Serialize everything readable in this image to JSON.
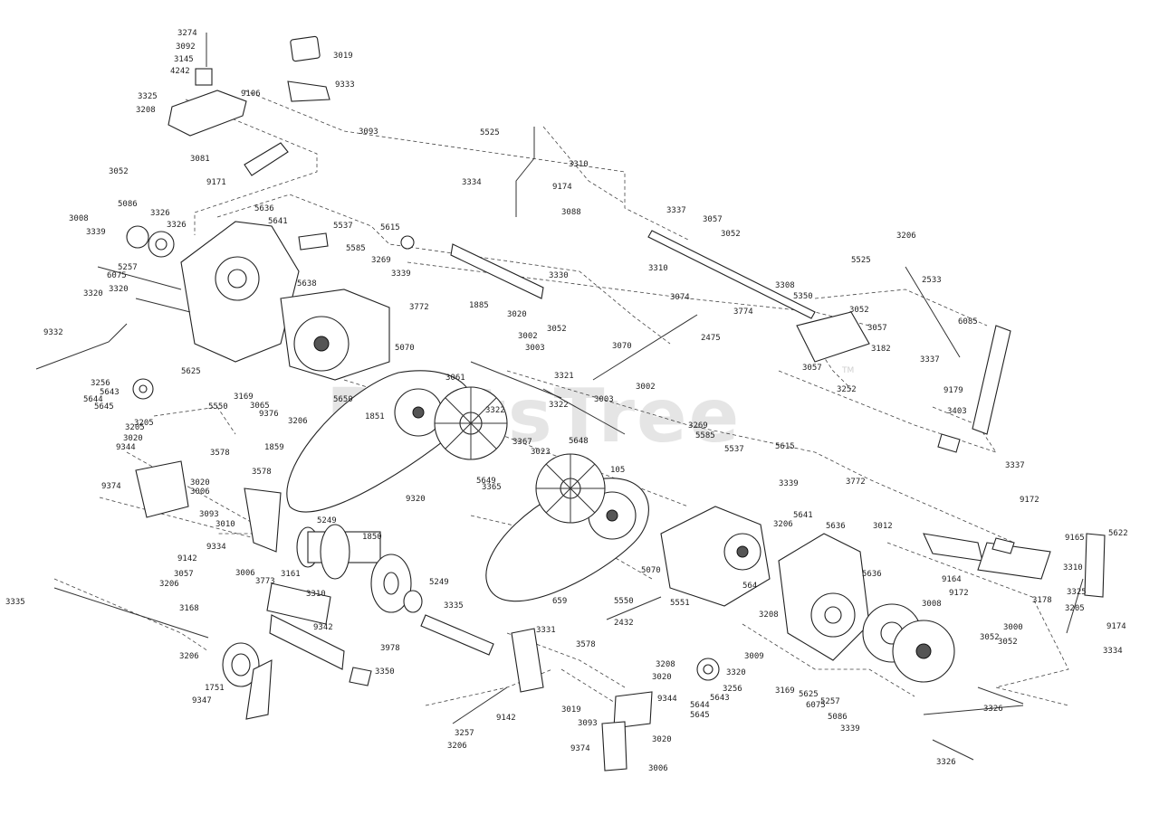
{
  "watermark": {
    "text": "PartsTree",
    "trademark": "TM"
  },
  "labels": [
    {
      "id": "a1",
      "text": "3274"
    },
    {
      "id": "a2",
      "text": "3092"
    },
    {
      "id": "a3",
      "text": "3145"
    },
    {
      "id": "a4",
      "text": "4242"
    },
    {
      "id": "a5",
      "text": "3019"
    },
    {
      "id": "a6",
      "text": "9333"
    },
    {
      "id": "a7",
      "text": "3325"
    },
    {
      "id": "a8",
      "text": "9106"
    },
    {
      "id": "a9",
      "text": "3208"
    },
    {
      "id": "a10",
      "text": "3093"
    },
    {
      "id": "a11",
      "text": "3081"
    },
    {
      "id": "a12",
      "text": "9171"
    },
    {
      "id": "a13",
      "text": "3052"
    },
    {
      "id": "a14",
      "text": "5525"
    },
    {
      "id": "a15",
      "text": "3310"
    },
    {
      "id": "a16",
      "text": "3334"
    },
    {
      "id": "a17",
      "text": "9174"
    },
    {
      "id": "a18",
      "text": "3088"
    },
    {
      "id": "a19",
      "text": "3337"
    },
    {
      "id": "a20",
      "text": "3057"
    },
    {
      "id": "a21",
      "text": "3052"
    },
    {
      "id": "a22",
      "text": "3310"
    },
    {
      "id": "a23",
      "text": "3206"
    },
    {
      "id": "a24",
      "text": "5525"
    },
    {
      "id": "a25",
      "text": "2533"
    },
    {
      "id": "a26",
      "text": "3008"
    },
    {
      "id": "a27",
      "text": "5086"
    },
    {
      "id": "a28",
      "text": "3326"
    },
    {
      "id": "a29",
      "text": "5636"
    },
    {
      "id": "a30",
      "text": "3339"
    },
    {
      "id": "a31",
      "text": "5641"
    },
    {
      "id": "a32",
      "text": "5537"
    },
    {
      "id": "a33",
      "text": "5615"
    },
    {
      "id": "a34",
      "text": "5585"
    },
    {
      "id": "a35",
      "text": "3269"
    },
    {
      "id": "a36",
      "text": "5257"
    },
    {
      "id": "a37",
      "text": "6075"
    },
    {
      "id": "a38",
      "text": "5638"
    },
    {
      "id": "a39",
      "text": "3339"
    },
    {
      "id": "a40",
      "text": "3772"
    },
    {
      "id": "a41",
      "text": "3320"
    },
    {
      "id": "a42",
      "text": "3330"
    },
    {
      "id": "a43",
      "text": "3074"
    },
    {
      "id": "a44",
      "text": "3774"
    },
    {
      "id": "a45",
      "text": "3308"
    },
    {
      "id": "a46",
      "text": "5350"
    },
    {
      "id": "a47",
      "text": "6085"
    },
    {
      "id": "a48",
      "text": "3326"
    },
    {
      "id": "a49",
      "text": "1885"
    },
    {
      "id": "a50",
      "text": "3020"
    },
    {
      "id": "a51",
      "text": "3052"
    },
    {
      "id": "a52",
      "text": "3052"
    },
    {
      "id": "a53",
      "text": "3057"
    },
    {
      "id": "a54",
      "text": "3182"
    },
    {
      "id": "a55",
      "text": "9332"
    },
    {
      "id": "a56",
      "text": "5070"
    },
    {
      "id": "a57",
      "text": "3002"
    },
    {
      "id": "a58",
      "text": "3003"
    },
    {
      "id": "a59",
      "text": "2475"
    },
    {
      "id": "a60",
      "text": "3337"
    },
    {
      "id": "a61",
      "text": "9179"
    },
    {
      "id": "a62",
      "text": "5625"
    },
    {
      "id": "a63",
      "text": "3057"
    },
    {
      "id": "a64",
      "text": "3252"
    },
    {
      "id": "a65",
      "text": "3256"
    },
    {
      "id": "a66",
      "text": "5643"
    },
    {
      "id": "a67",
      "text": "5644"
    },
    {
      "id": "a68",
      "text": "5645"
    },
    {
      "id": "a69",
      "text": "3061"
    },
    {
      "id": "a70",
      "text": "3321"
    },
    {
      "id": "a71",
      "text": "3322"
    },
    {
      "id": "a72",
      "text": "5650"
    },
    {
      "id": "a73",
      "text": "3003"
    },
    {
      "id": "a74",
      "text": "3002"
    },
    {
      "id": "a75",
      "text": "3322"
    },
    {
      "id": "a76",
      "text": "3269"
    },
    {
      "id": "a77",
      "text": "5585"
    },
    {
      "id": "a78",
      "text": "3403"
    },
    {
      "id": "a79",
      "text": "3205"
    },
    {
      "id": "a80",
      "text": "3020"
    },
    {
      "id": "a81",
      "text": "9344"
    },
    {
      "id": "a82",
      "text": "3578"
    },
    {
      "id": "a83",
      "text": "1851"
    },
    {
      "id": "a84",
      "text": "3367"
    },
    {
      "id": "a85",
      "text": "3023"
    },
    {
      "id": "a86",
      "text": "5648"
    },
    {
      "id": "a87",
      "text": "5537"
    },
    {
      "id": "a88",
      "text": "5615"
    },
    {
      "id": "a89",
      "text": "3337"
    },
    {
      "id": "a90",
      "text": "1859"
    },
    {
      "id": "a91",
      "text": "3339"
    },
    {
      "id": "a92",
      "text": "3772"
    },
    {
      "id": "a93",
      "text": "9374"
    },
    {
      "id": "a94",
      "text": "3020"
    },
    {
      "id": "a95",
      "text": "3006"
    },
    {
      "id": "a96",
      "text": "3578"
    },
    {
      "id": "a97",
      "text": "5649"
    },
    {
      "id": "a98",
      "text": "105"
    },
    {
      "id": "a99",
      "text": "3365"
    },
    {
      "id": "a100",
      "text": "9320"
    },
    {
      "id": "a101",
      "text": "3206"
    },
    {
      "id": "a102",
      "text": "5641"
    },
    {
      "id": "a103",
      "text": "5636"
    },
    {
      "id": "a104",
      "text": "9172"
    },
    {
      "id": "a105",
      "text": "3093"
    },
    {
      "id": "a106",
      "text": "3010"
    },
    {
      "id": "a107",
      "text": "5249"
    },
    {
      "id": "a108",
      "text": "3012"
    },
    {
      "id": "a109",
      "text": "9165"
    },
    {
      "id": "a110",
      "text": "5622"
    },
    {
      "id": "a111",
      "text": "9334"
    },
    {
      "id": "a112",
      "text": "1850"
    },
    {
      "id": "a113",
      "text": "9142"
    },
    {
      "id": "a114",
      "text": "3057"
    },
    {
      "id": "a115",
      "text": "3206"
    },
    {
      "id": "a116",
      "text": "3006"
    },
    {
      "id": "a117",
      "text": "3773"
    },
    {
      "id": "a118",
      "text": "3161"
    },
    {
      "id": "a119",
      "text": "5070"
    },
    {
      "id": "a120",
      "text": "5249"
    },
    {
      "id": "a121",
      "text": "3335"
    },
    {
      "id": "a122",
      "text": "3168"
    },
    {
      "id": "a123",
      "text": "3310"
    },
    {
      "id": "a124",
      "text": "3335"
    },
    {
      "id": "a125",
      "text": "659"
    },
    {
      "id": "a126",
      "text": "5550"
    },
    {
      "id": "a127",
      "text": "5551"
    },
    {
      "id": "a128",
      "text": "564"
    },
    {
      "id": "a129",
      "text": "9164"
    },
    {
      "id": "a130",
      "text": "9172"
    },
    {
      "id": "a131",
      "text": "3310"
    },
    {
      "id": "a132",
      "text": "3178"
    },
    {
      "id": "a133",
      "text": "3325"
    },
    {
      "id": "a134",
      "text": "3205"
    },
    {
      "id": "a135",
      "text": "5636"
    },
    {
      "id": "a136",
      "text": "3008"
    },
    {
      "id": "a137",
      "text": "3052"
    },
    {
      "id": "a138",
      "text": "9342"
    },
    {
      "id": "a139",
      "text": "2432"
    },
    {
      "id": "a140",
      "text": "3208"
    },
    {
      "id": "a141",
      "text": "3000"
    },
    {
      "id": "a142",
      "text": "9174"
    },
    {
      "id": "a143",
      "text": "3978"
    },
    {
      "id": "a144",
      "text": "3331"
    },
    {
      "id": "a145",
      "text": "3206"
    },
    {
      "id": "a146",
      "text": "3350"
    },
    {
      "id": "a147",
      "text": "3578"
    },
    {
      "id": "a148",
      "text": "3208"
    },
    {
      "id": "a149",
      "text": "3020"
    },
    {
      "id": "a150",
      "text": "3320"
    },
    {
      "id": "a151",
      "text": "3009"
    },
    {
      "id": "a152",
      "text": "3334"
    },
    {
      "id": "a153",
      "text": "1751"
    },
    {
      "id": "a154",
      "text": "9347"
    },
    {
      "id": "a155",
      "text": "3256"
    },
    {
      "id": "a156",
      "text": "5643"
    },
    {
      "id": "a157",
      "text": "5644"
    },
    {
      "id": "a158",
      "text": "5645"
    },
    {
      "id": "a159",
      "text": "5625"
    },
    {
      "id": "a160",
      "text": "3169"
    },
    {
      "id": "a161",
      "text": "6075"
    },
    {
      "id": "a162",
      "text": "5257"
    },
    {
      "id": "a163",
      "text": "5086"
    },
    {
      "id": "a164",
      "text": "3339"
    },
    {
      "id": "a165",
      "text": "9344"
    },
    {
      "id": "a166",
      "text": "3019"
    },
    {
      "id": "a167",
      "text": "3093"
    },
    {
      "id": "a168",
      "text": "9142"
    },
    {
      "id": "a169",
      "text": "3257"
    },
    {
      "id": "a170",
      "text": "3206"
    },
    {
      "id": "a171",
      "text": "9374"
    },
    {
      "id": "a172",
      "text": "3020"
    },
    {
      "id": "a173",
      "text": "3006"
    },
    {
      "id": "a174",
      "text": "3326"
    },
    {
      "id": "a175",
      "text": "3326"
    },
    {
      "id": "a176",
      "text": "5550"
    },
    {
      "id": "a177",
      "text": "3169"
    },
    {
      "id": "a178",
      "text": "3065"
    },
    {
      "id": "a179",
      "text": "9376"
    },
    {
      "id": "a180",
      "text": "3206"
    },
    {
      "id": "a181",
      "text": "3205"
    },
    {
      "id": "a182",
      "text": "3320"
    },
    {
      "id": "a183",
      "text": "3070"
    },
    {
      "id": "a184",
      "text": "3052"
    }
  ]
}
